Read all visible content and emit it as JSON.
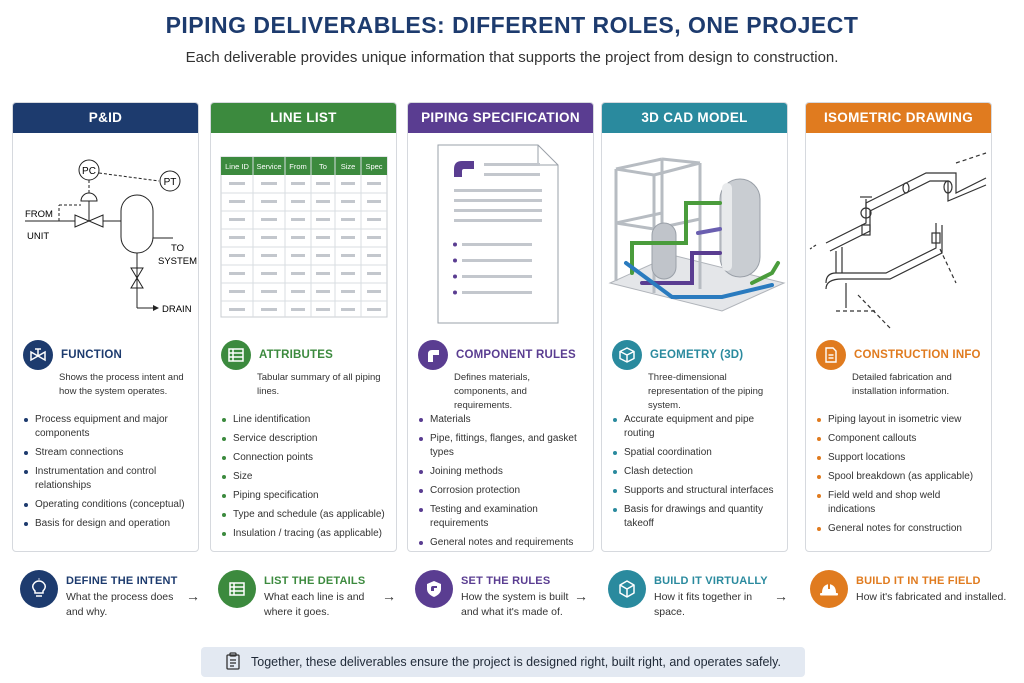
{
  "title": "PIPING DELIVERABLES: DIFFERENT ROLES, ONE PROJECT",
  "subtitle": "Each deliverable provides unique information that supports the project from design to construction.",
  "colors": {
    "navy": "#1d3b6e",
    "green": "#3c8a3e",
    "purple": "#5a3d91",
    "teal": "#2a8a9e",
    "orange": "#e07b1f"
  },
  "columns": [
    {
      "header": "P&ID",
      "section_title": "FUNCTION",
      "section_desc": "Shows the process intent and how the system operates.",
      "bullets": [
        "Process equipment and major components",
        "Stream connections",
        "Instrumentation and control relationships",
        "Operating conditions (conceptual)",
        "Basis for design and operation"
      ],
      "diagram": {
        "pc": "PC",
        "pt": "PT",
        "from": "FROM",
        "unit": "UNIT",
        "to": "TO",
        "system": "SYSTEM",
        "drain": "DRAIN"
      }
    },
    {
      "header": "LINE LIST",
      "section_title": "ATTRIBUTES",
      "section_desc": "Tabular summary of all piping lines.",
      "bullets": [
        "Line identification",
        "Service description",
        "Connection points",
        "Size",
        "Piping specification",
        "Type and schedule (as applicable)",
        "Insulation / tracing (as applicable)"
      ],
      "table_headers": [
        "Line ID",
        "Service",
        "From",
        "To",
        "Size",
        "Spec"
      ]
    },
    {
      "header": "PIPING SPECIFICATION",
      "section_title": "COMPONENT RULES",
      "section_desc": "Defines materials, components, and requirements.",
      "bullets": [
        "Materials",
        "Pipe, fittings, flanges, and gasket types",
        "Joining methods",
        "Corrosion protection",
        "Testing and examination requirements",
        "General notes and requirements"
      ]
    },
    {
      "header": "3D CAD MODEL",
      "section_title": "GEOMETRY (3D)",
      "section_desc": "Three-dimensional representation of the piping system.",
      "bullets": [
        "Accurate equipment and pipe routing",
        "Spatial coordination",
        "Clash detection",
        "Supports and structural interfaces",
        "Basis for drawings and quantity takeoff"
      ]
    },
    {
      "header": "ISOMETRIC DRAWING",
      "section_title": "CONSTRUCTION INFO",
      "section_desc": "Detailed fabrication and installation information.",
      "bullets": [
        "Piping layout in isometric view",
        "Component callouts",
        "Support locations",
        "Spool breakdown (as applicable)",
        "Field weld and shop weld indications",
        "General notes for construction"
      ]
    }
  ],
  "flow": [
    {
      "title": "DEFINE THE INTENT",
      "desc": "What the process does and why."
    },
    {
      "title": "LIST THE DETAILS",
      "desc": "What each line is and where it goes."
    },
    {
      "title": "SET THE RULES",
      "desc": "How the system is built and what it's made of."
    },
    {
      "title": "BUILD IT VIRTUALLY",
      "desc": "How it fits together in space."
    },
    {
      "title": "BUILD IT IN THE FIELD",
      "desc": "How it's fabricated and installed."
    }
  ],
  "flow_arrow": "→",
  "footer": "Together, these deliverables ensure the project is designed right, built right, and operates safely."
}
